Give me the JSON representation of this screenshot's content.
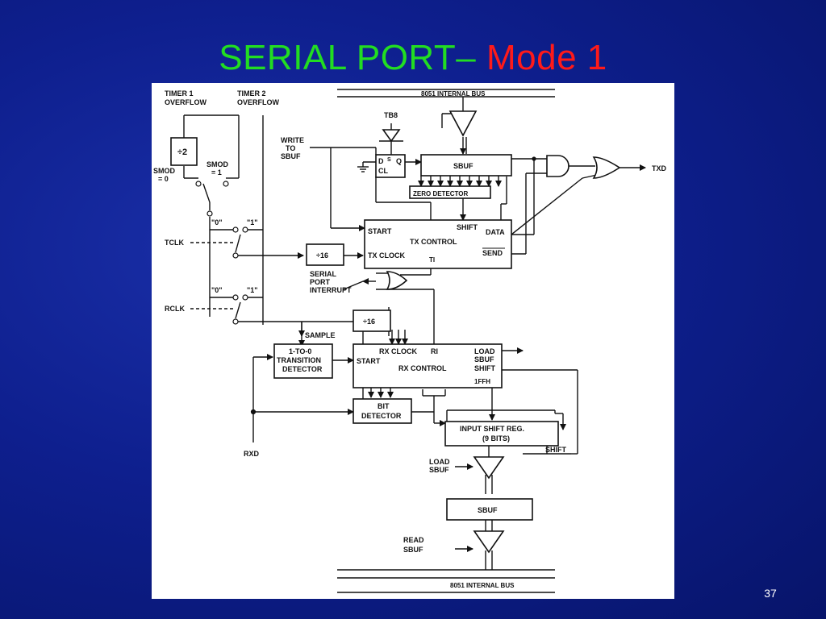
{
  "slide": {
    "title_part1": "SERIAL PORT–",
    "title_part2": "Mode 1",
    "slide_number": "37",
    "colors": {
      "background": "#0e1f8e",
      "title_main": "#22dd22",
      "title_accent": "#ff1a1a"
    }
  },
  "diagram": {
    "timer1_line1": "TIMER 1",
    "timer1_line2": "OVERFLOW",
    "timer2_line1": "TIMER 2",
    "timer2_line2": "OVERFLOW",
    "div2": "÷2",
    "smod0_line1": "SMOD",
    "smod0_line2": "= 0",
    "smod1_line1": "SMOD",
    "smod1_line2": "= 1",
    "tclk_zero": "\"0\"",
    "tclk_one": "\"1\"",
    "tclk": "TCLK",
    "rclk_zero": "\"0\"",
    "rclk_one": "\"1\"",
    "rclk": "RCLK",
    "bus_top": "8051 INTERNAL BUS",
    "bus_bottom": "8051 INTERNAL BUS",
    "tb8": "TB8",
    "write_line1": "WRITE",
    "write_line2": "TO",
    "write_line3": "SBUF",
    "ff_d": "D",
    "ff_s": "S",
    "ff_q": "Q",
    "ff_cl": "CL",
    "sbuf_tx": "SBUF",
    "zero_detector": "ZERO DETECTOR",
    "txd": "TXD",
    "tx_start": "START",
    "tx_shift": "SHIFT",
    "tx_data": "DATA",
    "tx_control": "TX CONTROL",
    "tx_clock": "TX CLOCK",
    "tx_ti": "TI",
    "tx_send": "SEND",
    "div16_tx": "÷16",
    "serial_line1": "SERIAL",
    "serial_line2": "PORT",
    "serial_line3": "INTERRUPT",
    "div16_rx": "÷16",
    "sample": "SAMPLE",
    "trans_line1": "1-TO-0",
    "trans_line2": "TRANSITION",
    "trans_line3": "DETECTOR",
    "rx_clock": "RX CLOCK",
    "rx_ri": "RI",
    "rx_load": "LOAD",
    "rx_sbuf": "SBUF",
    "rx_start": "START",
    "rx_control": "RX CONTROL",
    "rx_shift": "SHIFT",
    "rx_1ffh": "1FFH",
    "bit_line1": "BIT",
    "bit_line2": "DETECTOR",
    "isr_line1": "INPUT SHIFT REG.",
    "isr_line2": "(9 BITS)",
    "isr_shift": "SHIFT",
    "rxd": "RXD",
    "load_line1": "LOAD",
    "load_line2": "SBUF",
    "sbuf_rx": "SBUF",
    "read_line1": "READ",
    "read_line2": "SBUF"
  }
}
